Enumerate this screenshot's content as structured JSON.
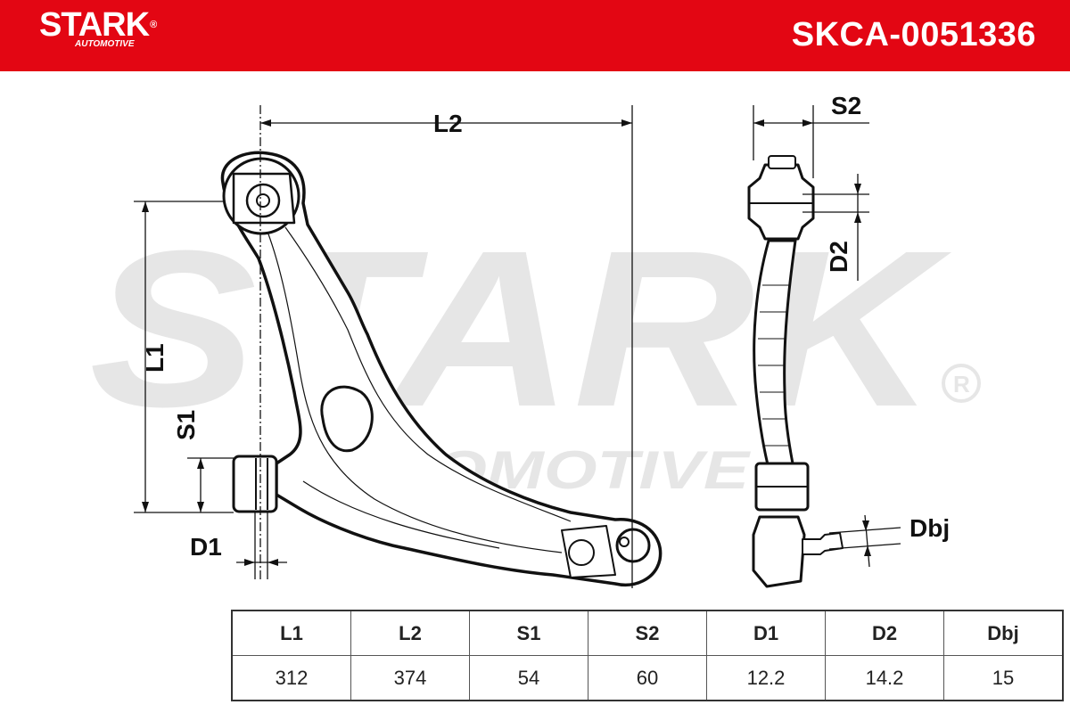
{
  "header": {
    "brand": "STARK",
    "brand_sub": "AUTOMOTIVE",
    "part_number": "SKCA-0051336",
    "color": "#e30613"
  },
  "watermark": {
    "brand": "STARK",
    "brand_sub": "AUTOMOTIVE"
  },
  "dimension_labels": {
    "L1": "L1",
    "L2": "L2",
    "S1": "S1",
    "S2": "S2",
    "D1": "D1",
    "D2": "D2",
    "Dbj": "Dbj"
  },
  "table": {
    "headers": [
      "L1",
      "L2",
      "S1",
      "S2",
      "D1",
      "D2",
      "Dbj"
    ],
    "values": [
      "312",
      "374",
      "54",
      "60",
      "12.2",
      "14.2",
      "15"
    ]
  }
}
